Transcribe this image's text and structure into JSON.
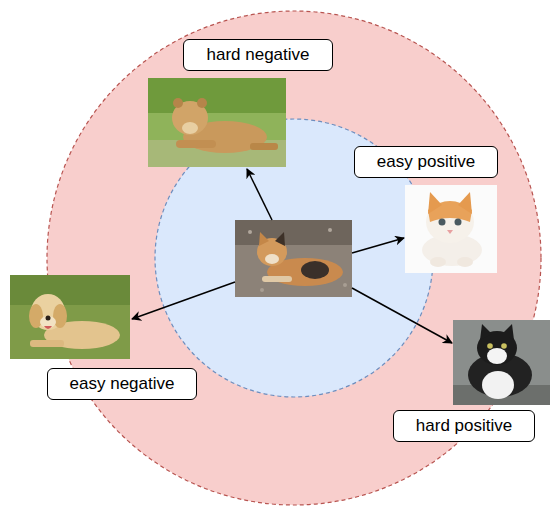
{
  "diagram": {
    "nodes": [
      {
        "text": [
          "hard negative"
        ]
      },
      {
        "text": [
          "easy positive"
        ]
      },
      {
        "text": [
          "easy negative"
        ]
      },
      {
        "text": [
          "hard positive"
        ]
      }
    ]
  }
}
